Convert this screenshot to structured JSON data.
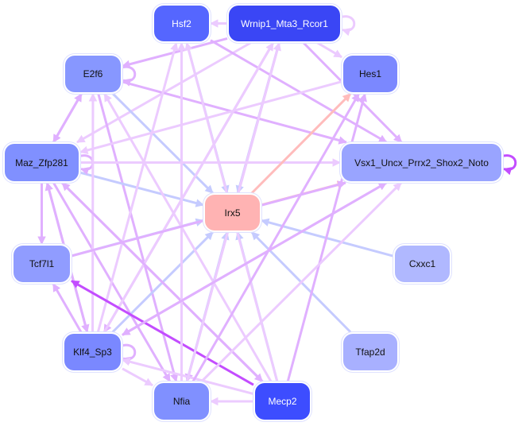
{
  "nodes": [
    {
      "id": "Hsf2",
      "label": "Hsf2",
      "color": "#5566ff",
      "dark": true
    },
    {
      "id": "Wrnip1",
      "label": "Wrnip1_Mta3_Rcor1",
      "color": "#3a46f5",
      "dark": true
    },
    {
      "id": "E2f6",
      "label": "E2f6",
      "color": "#8797ff"
    },
    {
      "id": "Hes1",
      "label": "Hes1",
      "color": "#7b88ff"
    },
    {
      "id": "Maz",
      "label": "Maz_Zfp281",
      "color": "#8090ff"
    },
    {
      "id": "Vsx1",
      "label": "Vsx1_Uncx_Prrx2_Shox2_Noto",
      "color": "#99a4ff"
    },
    {
      "id": "Irx5",
      "label": "Irx5",
      "color": "#ffb3b3"
    },
    {
      "id": "Tcf7l1",
      "label": "Tcf7l1",
      "color": "#909cff"
    },
    {
      "id": "Cxxc1",
      "label": "Cxxc1",
      "color": "#b0b8ff"
    },
    {
      "id": "Klf4",
      "label": "Klf4_Sp3",
      "color": "#7a88ff"
    },
    {
      "id": "Tfap2d",
      "label": "Tfap2d",
      "color": "#a8b0ff"
    },
    {
      "id": "Nfia",
      "label": "Nfia",
      "color": "#8090ff"
    },
    {
      "id": "Mecp2",
      "label": "Mecp2",
      "color": "#3d4dff",
      "dark": true
    }
  ],
  "edge_colors": {
    "light": "#eccbff",
    "medium": "#e0b0ff",
    "blue": "#c5cbff",
    "salmon": "#ffbcbc",
    "strong": "#c34dff"
  },
  "edges": [
    [
      "Wrnip1",
      "Hsf2",
      "light"
    ],
    [
      "Wrnip1",
      "Wrnip1",
      "light"
    ],
    [
      "Wrnip1",
      "E2f6",
      "medium"
    ],
    [
      "Wrnip1",
      "Hes1",
      "light"
    ],
    [
      "Wrnip1",
      "Irx5",
      "blue"
    ],
    [
      "Wrnip1",
      "Vsx1",
      "medium"
    ],
    [
      "Wrnip1",
      "Maz",
      "light"
    ],
    [
      "Wrnip1",
      "Nfia",
      "medium"
    ],
    [
      "Wrnip1",
      "Klf4",
      "medium"
    ],
    [
      "Hsf2",
      "Irx5",
      "blue"
    ],
    [
      "Hsf2",
      "Vsx1",
      "medium"
    ],
    [
      "E2f6",
      "E2f6",
      "medium"
    ],
    [
      "E2f6",
      "Vsx1",
      "medium"
    ],
    [
      "E2f6",
      "Irx5",
      "blue"
    ],
    [
      "E2f6",
      "Maz",
      "medium"
    ],
    [
      "E2f6",
      "Nfia",
      "medium"
    ],
    [
      "Maz",
      "E2f6",
      "medium"
    ],
    [
      "Maz",
      "Vsx1",
      "light"
    ],
    [
      "Maz",
      "Irx5",
      "blue"
    ],
    [
      "Maz",
      "Maz",
      "medium"
    ],
    [
      "Maz",
      "Tcf7l1",
      "medium"
    ],
    [
      "Maz",
      "Nfia",
      "medium"
    ],
    [
      "Maz",
      "Mecp2",
      "medium"
    ],
    [
      "Maz",
      "Klf4",
      "medium"
    ],
    [
      "Irx5",
      "Hes1",
      "salmon"
    ],
    [
      "Irx5",
      "Vsx1",
      "salmon"
    ],
    [
      "Tcf7l1",
      "Irx5",
      "blue"
    ],
    [
      "Cxxc1",
      "Irx5",
      "blue"
    ],
    [
      "Tfap2d",
      "Irx5",
      "blue"
    ],
    [
      "Klf4",
      "Irx5",
      "blue"
    ],
    [
      "Klf4",
      "Vsx1",
      "medium"
    ],
    [
      "Klf4",
      "Tcf7l1",
      "medium"
    ],
    [
      "Klf4",
      "Klf4",
      "medium"
    ],
    [
      "Klf4",
      "Nfia",
      "light"
    ],
    [
      "Klf4",
      "E2f6",
      "light"
    ],
    [
      "Klf4",
      "Hsf2",
      "light"
    ],
    [
      "Klf4",
      "Maz",
      "medium"
    ],
    [
      "Klf4",
      "Wrnip1",
      "light"
    ],
    [
      "Mecp2",
      "Tcf7l1",
      "strong"
    ],
    [
      "Mecp2",
      "Nfia",
      "light"
    ],
    [
      "Mecp2",
      "Klf4",
      "light"
    ],
    [
      "Mecp2",
      "Irx5",
      "blue"
    ],
    [
      "Mecp2",
      "Hes1",
      "medium"
    ],
    [
      "Mecp2",
      "Hsf2",
      "light"
    ],
    [
      "Mecp2",
      "E2f6",
      "light"
    ],
    [
      "Mecp2",
      "Maz",
      "medium"
    ],
    [
      "Nfia",
      "Irx5",
      "blue"
    ],
    [
      "Nfia",
      "Wrnip1",
      "light"
    ],
    [
      "Nfia",
      "Hes1",
      "medium"
    ],
    [
      "Nfia",
      "Vsx1",
      "light"
    ],
    [
      "Nfia",
      "Hsf2",
      "light"
    ],
    [
      "Vsx1",
      "Vsx1",
      "strong"
    ],
    [
      "Hes1",
      "Maz",
      "light"
    ],
    [
      "Tcf7l1",
      "Vsx1",
      "medium"
    ],
    [
      "Vsx1",
      "Klf4",
      "medium"
    ]
  ]
}
